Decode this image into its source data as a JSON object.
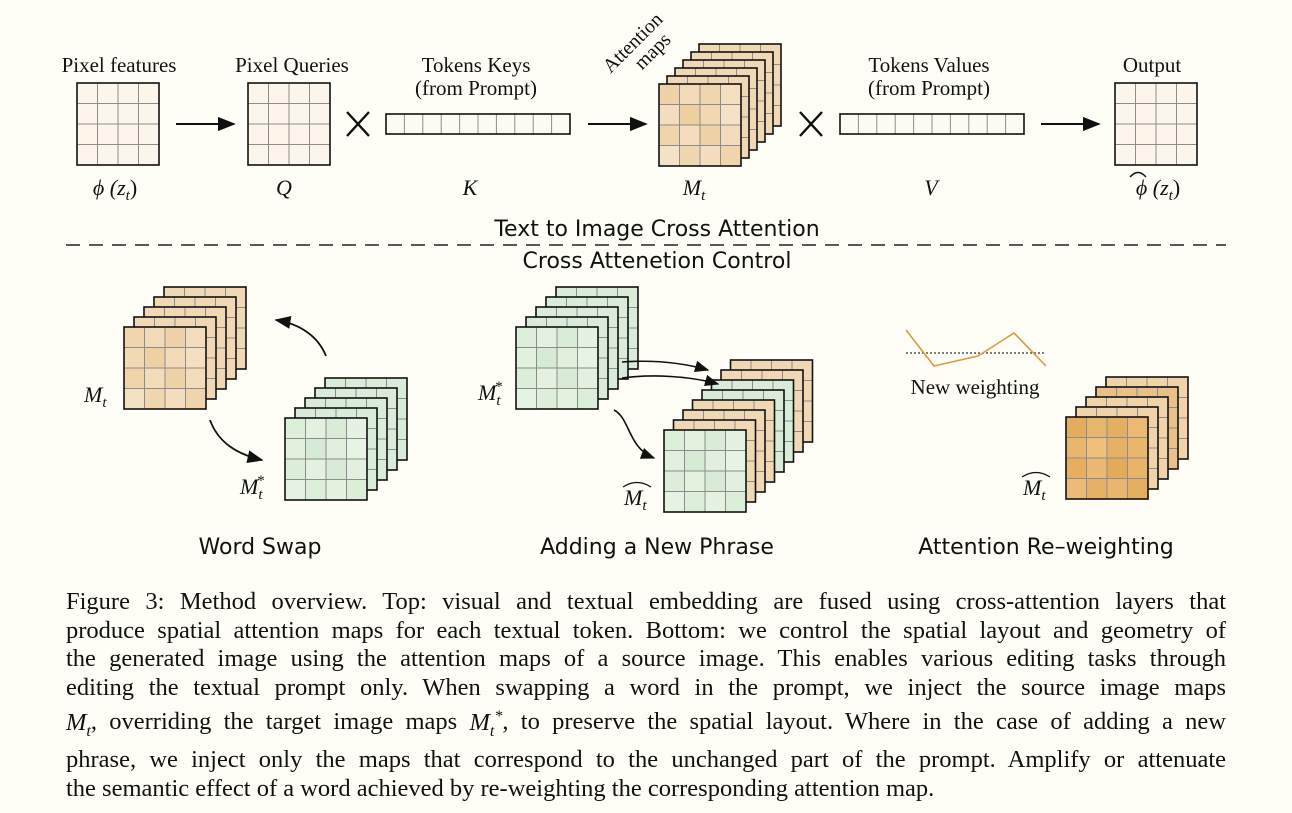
{
  "top": {
    "labels": {
      "pixel_features": "Pixel features",
      "pixel_queries": "Pixel Queries",
      "tokens_keys": "Tokens Keys",
      "tokens_keys_sub": "(from Prompt)",
      "attention_maps_1": "Attention",
      "attention_maps_2": "maps",
      "tokens_values": "Tokens Values",
      "tokens_values_sub": "(from Prompt)",
      "output": "Output"
    },
    "symbols": {
      "phi": "ϕ (z",
      "phi_sub": "t",
      "phi_close": ")",
      "q": "Q",
      "k": "K",
      "m": "M",
      "m_sub": "t",
      "v": "V",
      "out_phi": "ϕ (z",
      "out_sub": "t",
      "out_close": ")",
      "times": "×"
    },
    "section_title": "Text to Image Cross Attention"
  },
  "bottom": {
    "section_title": "Cross Attenetion Control",
    "word_swap": {
      "title": "Word Swap",
      "m_label": "M",
      "m_sub": "t",
      "mstar_label": "M",
      "mstar_sub": "t",
      "mstar_sup": "*"
    },
    "new_phrase": {
      "title": "Adding a New Phrase",
      "mstar_label": "M",
      "mstar_sub": "t",
      "mstar_sup": "*",
      "mhat_label": "M",
      "mhat_sub": "t"
    },
    "reweight": {
      "title": "Attention Re–weighting",
      "weight_label": "New weighting",
      "mhat_label": "M",
      "mhat_sub": "t"
    }
  },
  "colors": {
    "beige": "#f0d8b4",
    "beige_light": "#f7ebd9",
    "green": "#d8ecd8",
    "green_light": "#e6f3e3",
    "orange": "#e4b46c",
    "orange_line": "#d99a3f",
    "stroke": "#111111",
    "grid": "#8c8c8c"
  },
  "caption": {
    "line1": "Figure 3: Method overview. Top: visual and textual embedding are fused using cross-attention layers that",
    "line2": "produce spatial attention maps for each textual token. Bottom: we control the spatial layout and geometry of",
    "line3": "the generated image using the attention maps of a source image. This enables various editing tasks through",
    "line4": "editing the textual prompt only. When swapping a word in the prompt, we inject the source image maps",
    "line5_a": ", overriding the target image maps",
    "line5_b": ", to preserve the spatial layout. Where in the case of adding a new",
    "line6": "phrase, we inject only the maps that correspond to the unchanged part of the prompt. Amplify or attenuate",
    "line7": "the semantic effect of a word achieved by re-weighting the corresponding attention map.",
    "m_symbol": "M",
    "m_sub": "t",
    "mstar_sup": "*"
  }
}
